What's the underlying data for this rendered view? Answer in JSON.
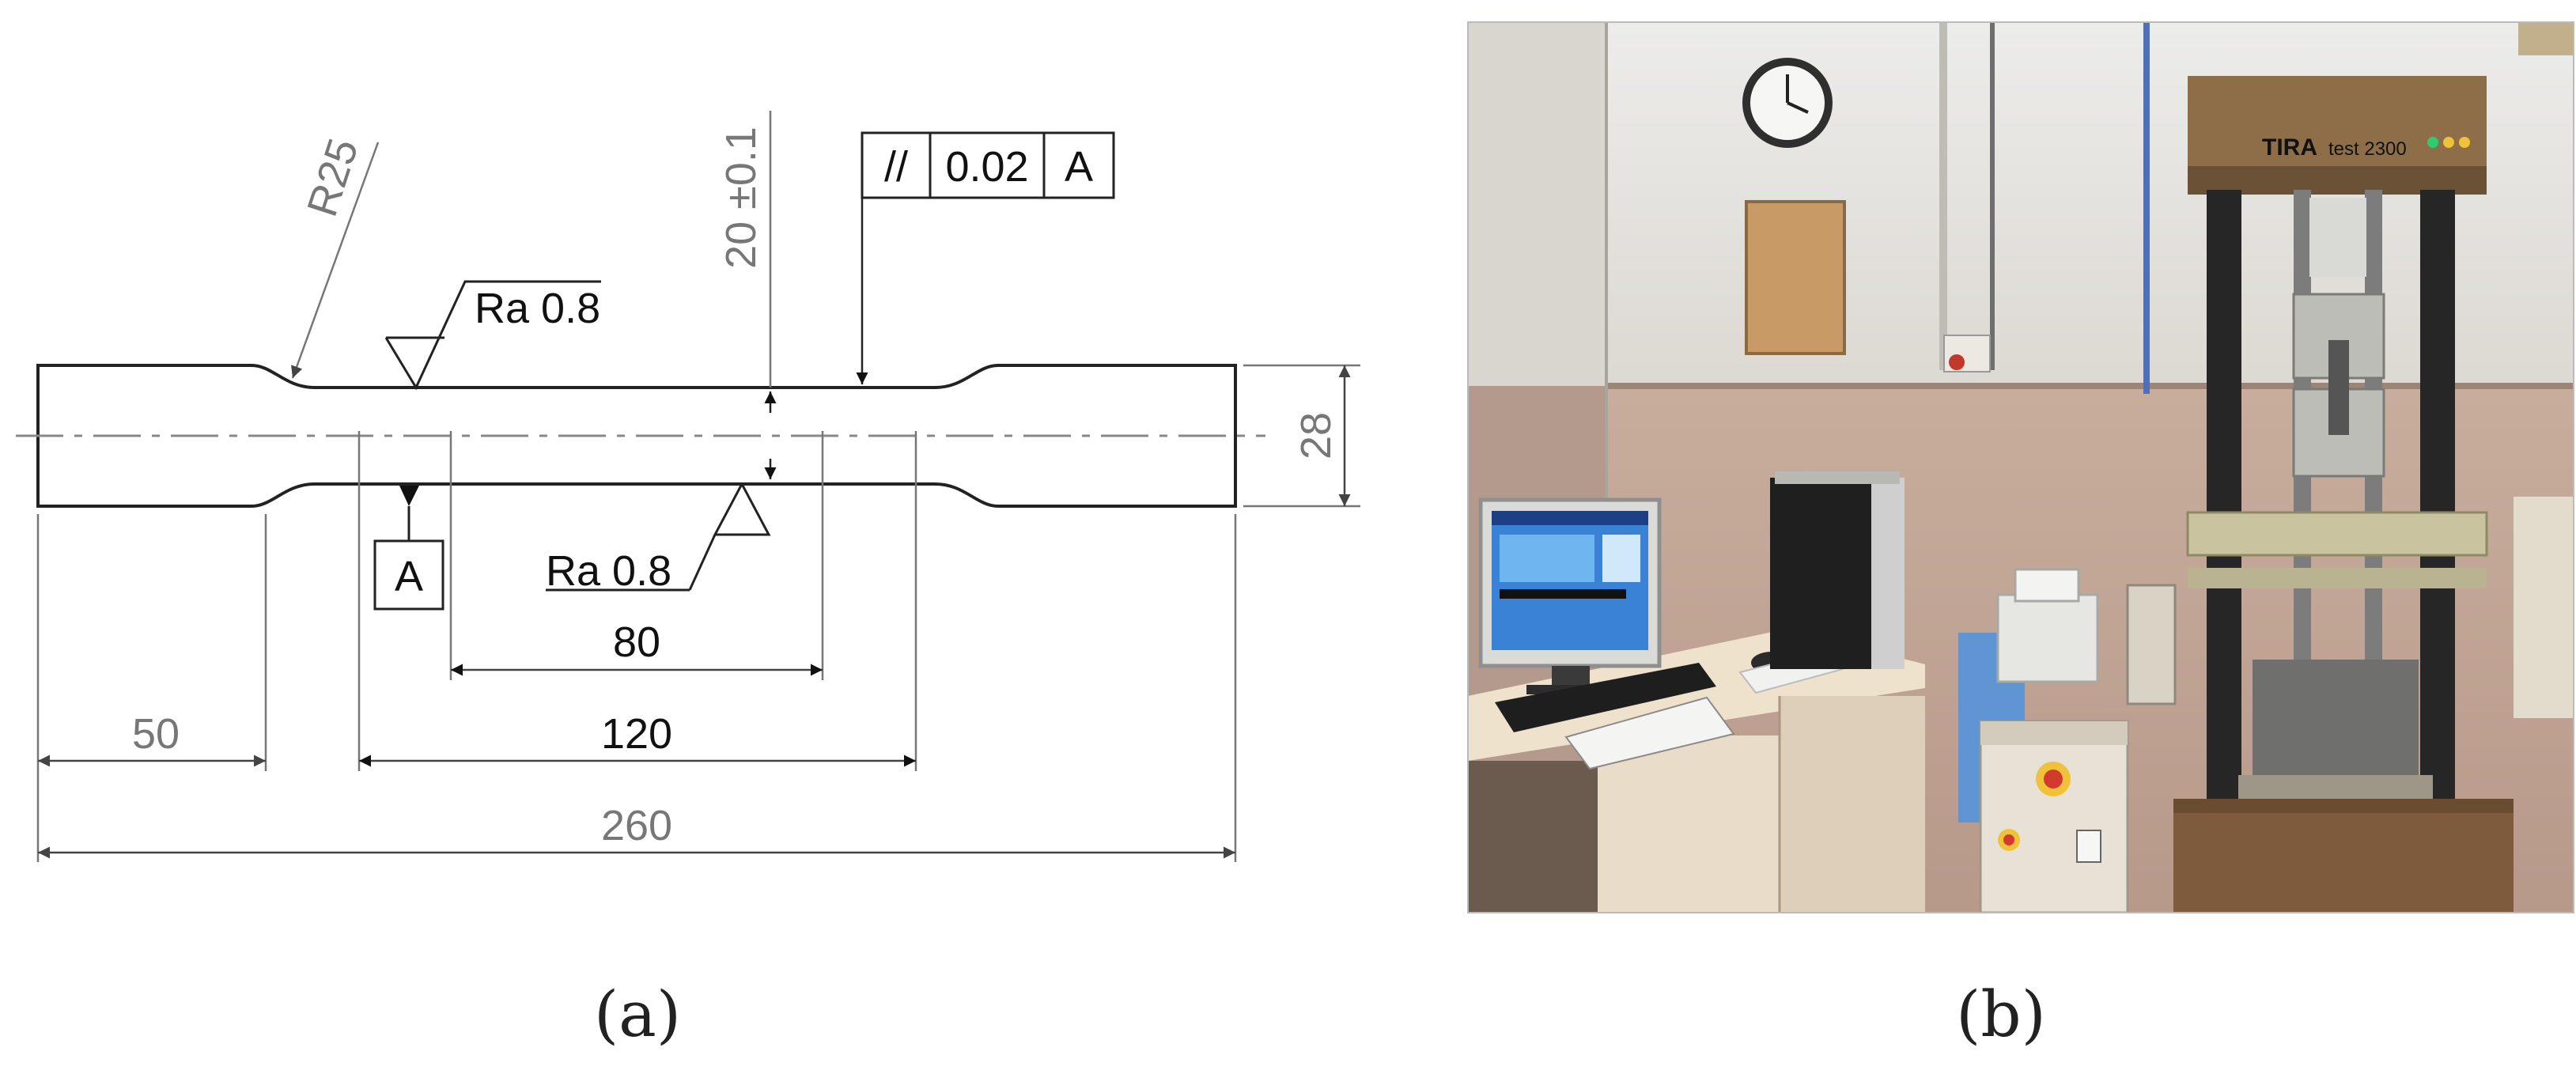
{
  "drawing": {
    "radius_label": "R25",
    "surface_top_label": "Ra 0.8",
    "surface_bottom_label": "Ra 0.8",
    "thickness_label": "20 ±0.1",
    "tolerance_symbol": "//",
    "tolerance_value": "0.02",
    "tolerance_datum": "A",
    "datum_label": "A",
    "dim_width": "28",
    "dim_80": "80",
    "dim_120": "120",
    "dim_50": "50",
    "dim_260": "260"
  },
  "photo": {
    "machine_brand": "TIRA",
    "machine_model": "test 2300"
  },
  "captions": {
    "left": "(a)",
    "right": "(b)"
  }
}
